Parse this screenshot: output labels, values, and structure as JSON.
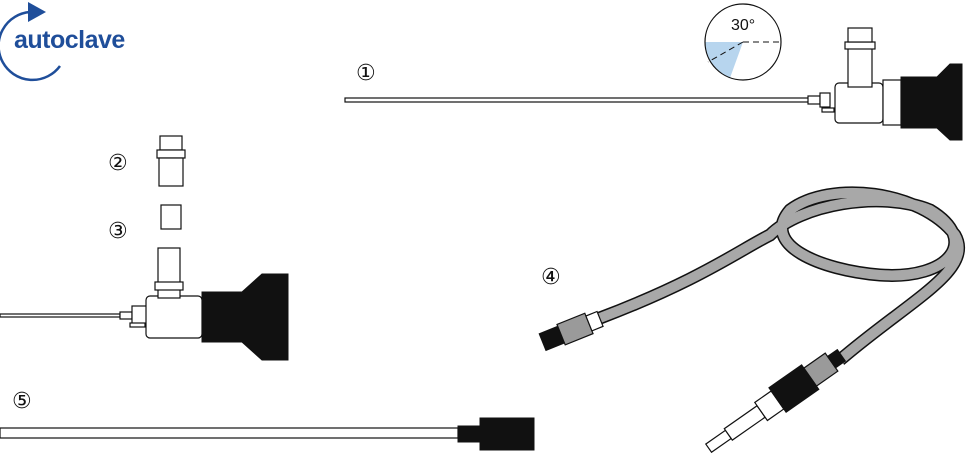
{
  "logo": {
    "text": "autoclave",
    "color": "#1f4e9a"
  },
  "angle_indicator": {
    "text": "30°",
    "angle_degrees": 30,
    "wedge_color": "#b7d5ee"
  },
  "labels": {
    "one": "①",
    "two": "②",
    "three": "③",
    "four": "④",
    "five": "⑤"
  }
}
